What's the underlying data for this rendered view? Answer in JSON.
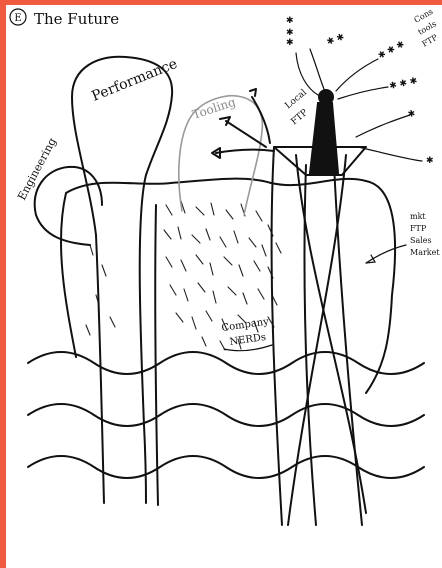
{
  "page": {
    "number_mark": "E",
    "title": "The Future"
  },
  "labels": {
    "performance": "Performance",
    "engineering": "Engineering",
    "tooling": "Tooling",
    "company_mark": "Company",
    "company_name": "NERDs",
    "local_ftp_1": "Local",
    "local_ftp_2": "FTP",
    "right_note_1": "mkt",
    "right_note_2": "FTP",
    "right_note_3": "Sales",
    "right_note_4": "Market",
    "top_right_1": "Cons",
    "top_right_2": "tools",
    "top_right_3": "FTP"
  },
  "colors": {
    "border": "#f05a40",
    "ink": "#111111",
    "pencil": "#9a9a9a",
    "paper": "#ffffff"
  }
}
